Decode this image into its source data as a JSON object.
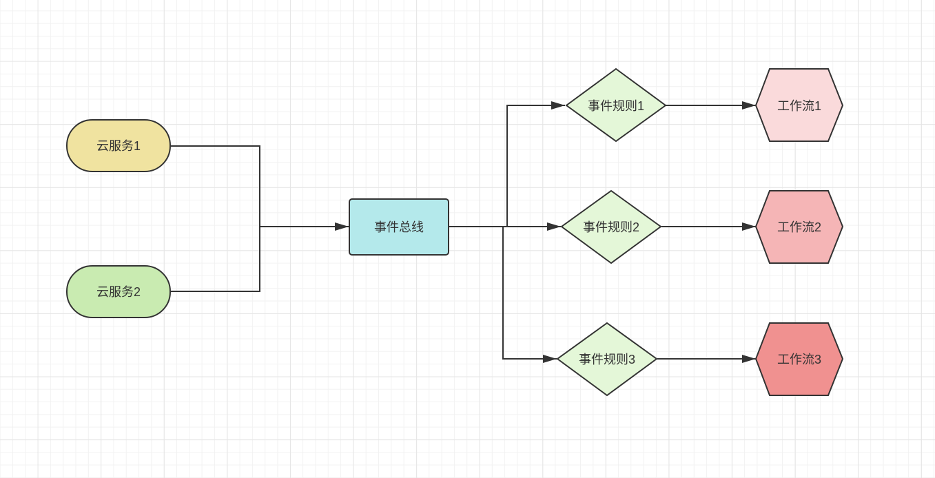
{
  "colors": {
    "stroke": "#333333",
    "cloud1_fill": "#f0e3a0",
    "cloud2_fill": "#c9ebb1",
    "bus_fill": "#b4e9eb",
    "rule_fill": "#e4f7d8",
    "wf1_fill": "#fadadb",
    "wf2_fill": "#f5b5b6",
    "wf3_fill": "#f09190"
  },
  "nodes": {
    "cloud1": "云服务1",
    "cloud2": "云服务2",
    "bus": "事件总线",
    "rule1": "事件规则1",
    "rule2": "事件规则2",
    "rule3": "事件规则3",
    "wf1": "工作流1",
    "wf2": "工作流2",
    "wf3": "工作流3"
  }
}
